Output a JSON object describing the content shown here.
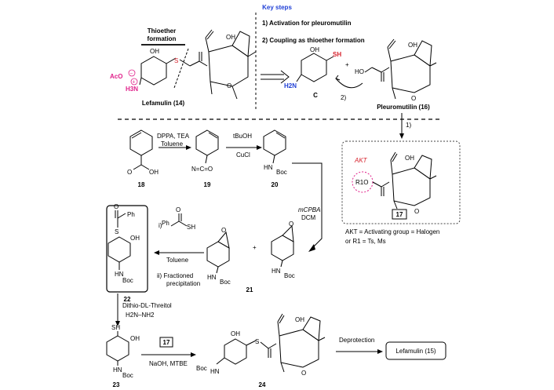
{
  "header": {
    "title": "Key steps",
    "step1": "1) Activation for pleuromutilin",
    "step2": "2) Coupling as thioether formation"
  },
  "top_left": {
    "thioether_label_line1": "Thioether",
    "thioether_label_line2": "formation",
    "aco": "AcO",
    "h3n": "H3N",
    "oh": "OH",
    "s": "S",
    "name": "Lefamulin (14)"
  },
  "top_right": {
    "oh": "OH",
    "sh": "SH",
    "h2n": "H2N",
    "plus": "+",
    "c_label": "C",
    "arrow2": "2)",
    "ho": "HO",
    "pleuro_name": "Pleuromutilin (16)",
    "arrow1": "1)"
  },
  "compounds": {
    "c18": "18",
    "c19": "19",
    "c20": "20",
    "c21": "21",
    "c22": "22",
    "c23": "23",
    "c24": "24",
    "c17": "17"
  },
  "reagents": {
    "r1_line1": "DPPA, TEA",
    "r1_line2": "Toluene",
    "r2_line1": "tBuOH",
    "r2_line2": "CuCl",
    "r3_line1": "mCPBA",
    "r3_line2": "DCM",
    "r4_i": "i)",
    "r4_toluene": "Toluene",
    "r4_ii_line1": "ii) Fractioned",
    "r4_ii_line2": "precipitation",
    "r5_line1": "Dithio-DL-Threitol",
    "r5_line2": "H2N–NH2",
    "r6_box": "17",
    "r6_line2": "NaOH, MTBE",
    "r7": "Deprotection"
  },
  "labels": {
    "oh": "OH",
    "o": "O",
    "nco": "N=C=O",
    "hn": "HN",
    "boc": "Boc",
    "ph": "Ph",
    "sh": "SH",
    "s": "S",
    "plus": "+",
    "akt": "AKT",
    "r1o": "R1O",
    "akt_def1": "AKT = Activating group = Halogen",
    "akt_def2": "or R1 = Ts, Ms"
  },
  "product_box": "Lefamulin (15)"
}
